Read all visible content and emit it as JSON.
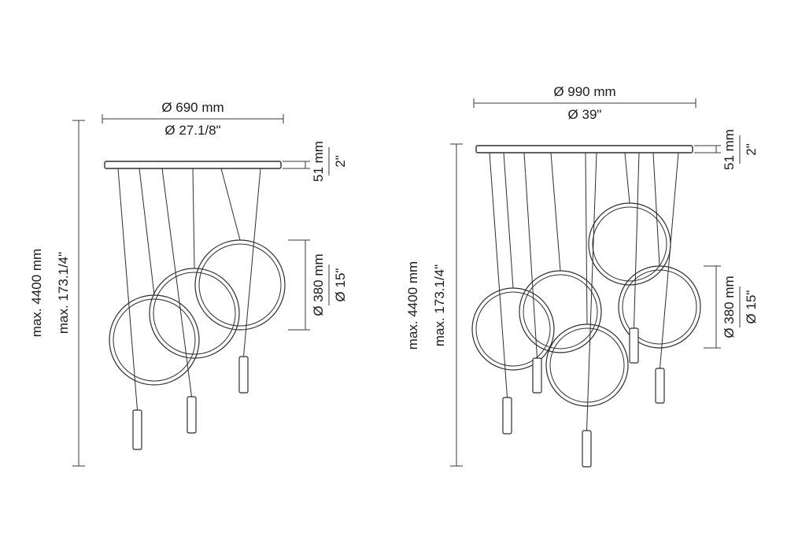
{
  "page": {
    "background": "#ffffff",
    "line_color": "#2e2e2e"
  },
  "left_diagram": {
    "canopy_width_mm": "Ø 690 mm",
    "canopy_width_in": "Ø 27.1/8\"",
    "max_height_mm": "max. 4400 mm",
    "max_height_in": "max. 173.1/4\"",
    "canopy_thickness_mm": "51 mm",
    "canopy_thickness_in": "2\"",
    "ring_diameter_mm": "Ø 380 mm",
    "ring_diameter_in": "Ø 15\""
  },
  "right_diagram": {
    "canopy_width_mm": "Ø 990 mm",
    "canopy_width_in": "Ø 39\"",
    "max_height_mm": "max. 4400 mm",
    "max_height_in": "max. 173.1/4\"",
    "canopy_thickness_mm": "51 mm",
    "canopy_thickness_in": "2\"",
    "ring_diameter_mm": "Ø 380 mm",
    "ring_diameter_in": "Ø 15\""
  }
}
